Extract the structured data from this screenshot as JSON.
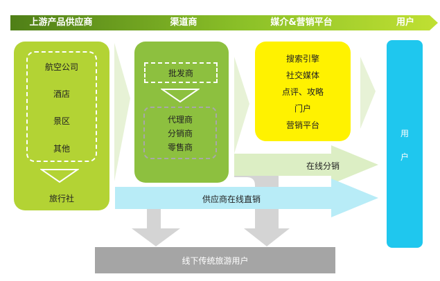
{
  "header": {
    "stages": [
      {
        "label": "上游产品供应商"
      },
      {
        "label": "渠道商"
      },
      {
        "label": "媒介&营销平台"
      },
      {
        "label": "用户"
      }
    ]
  },
  "upstream": {
    "items": [
      "航空公司",
      "酒店",
      "景区",
      "其他"
    ],
    "travel_agency": "旅行社"
  },
  "channel": {
    "wholesaler": "批发商",
    "resellers": [
      "代理商",
      "分销商",
      "零售商"
    ]
  },
  "media": {
    "items": [
      "搜索引擎",
      "社交媒体",
      "点评、攻略",
      "门户",
      "营销平台"
    ]
  },
  "user_column": {
    "chars": [
      "用",
      "户"
    ]
  },
  "flows": {
    "online_distribution": "在线分销",
    "supplier_direct": "供应商在线直销",
    "offline": "线下传统旅游用户"
  },
  "colors": {
    "header_start": "#5b8a1a",
    "header_end": "#b7db2e",
    "upstream": "#b3d334",
    "channel": "#8dc03f",
    "media": "#fff200",
    "user": "#1fc7ee",
    "online_arrow": "#dceec4",
    "direct_arrow": "#b8ecf7",
    "offline_arrow": "#d4d4d4",
    "offline_bar": "#a5a5a5"
  }
}
